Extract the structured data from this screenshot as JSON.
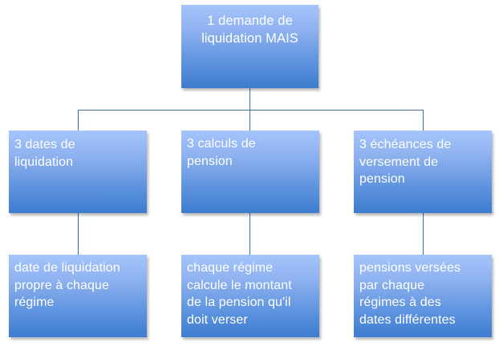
{
  "diagram": {
    "type": "org-chart",
    "colors": {
      "box_top": "#a4c4fb",
      "box_bottom": "#3e7ccf",
      "text": "#ffffff",
      "connector": "#3d6ea8"
    },
    "root": {
      "label": "1 demande  de\nliquidation MAIS"
    },
    "level2": [
      {
        "label": "3 dates de\nliquidation"
      },
      {
        "label": "3 calculs de\npension"
      },
      {
        "label": "3 échéances de\nversement de\npension"
      }
    ],
    "level3": [
      {
        "label": "date de liquidation\npropre à chaque\nrégime"
      },
      {
        "label": "chaque régime\ncalcule le montant\nde la pension qu'il\ndoit verser"
      },
      {
        "label": "pensions versées\npar chaque\nrégimes à des\ndates différentes"
      }
    ]
  }
}
